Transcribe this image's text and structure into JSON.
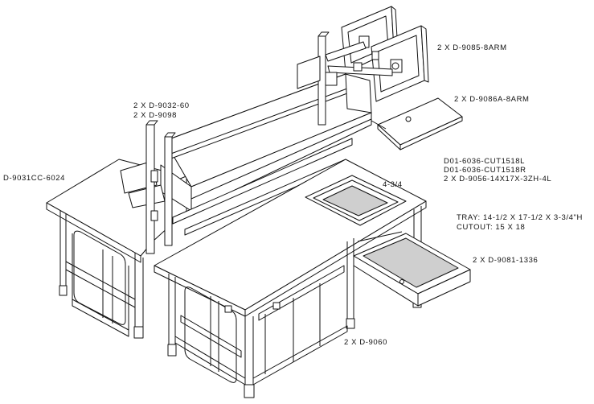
{
  "labels": {
    "monitor_arm": "2 X D-9085-8ARM",
    "keyboard_arm": "2 X D-9086A-8ARM",
    "riser_1": "2 X D-9032-60",
    "riser_2": "2 X D-9098",
    "cutout_1": "D01-6036-CUT1518L",
    "cutout_2": "D01-6036-CUT1518R",
    "cutout_3": "2 X D-9056-14X17X-3ZH-4L",
    "corner_table": "D-9031CC-6024",
    "dimension": "4-3/4",
    "tray": "TRAY: 14-1/2 X 17-1/2 X 3-3/4\"H",
    "cutout_size": "CUTOUT: 15 X 18",
    "drawer_slide": "2 X D-9081-1336",
    "table": "2 X D-9060"
  }
}
